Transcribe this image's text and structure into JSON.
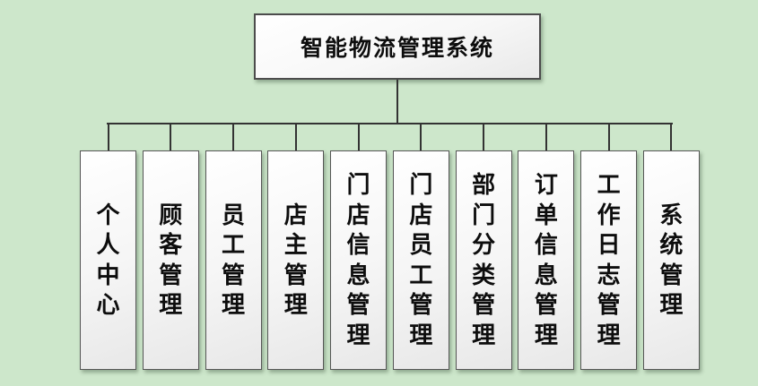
{
  "colors": {
    "background": "#cde7cb",
    "connector_line": "#333333",
    "box_border": "#4c4c4c",
    "box_fill_top": "#ffffff",
    "box_fill_bottom": "#e8e8e8",
    "text": "#0d0d0d"
  },
  "diagram": {
    "type": "tree",
    "root": {
      "label": "智能物流管理系统"
    },
    "children": [
      {
        "label": "个人中心"
      },
      {
        "label": "顾客管理"
      },
      {
        "label": "员工管理"
      },
      {
        "label": "店主管理"
      },
      {
        "label": "门店信息管理"
      },
      {
        "label": "门店员工管理"
      },
      {
        "label": "部门分类管理"
      },
      {
        "label": "订单信息管理"
      },
      {
        "label": "工作日志管理"
      },
      {
        "label": "系统管理"
      }
    ]
  }
}
